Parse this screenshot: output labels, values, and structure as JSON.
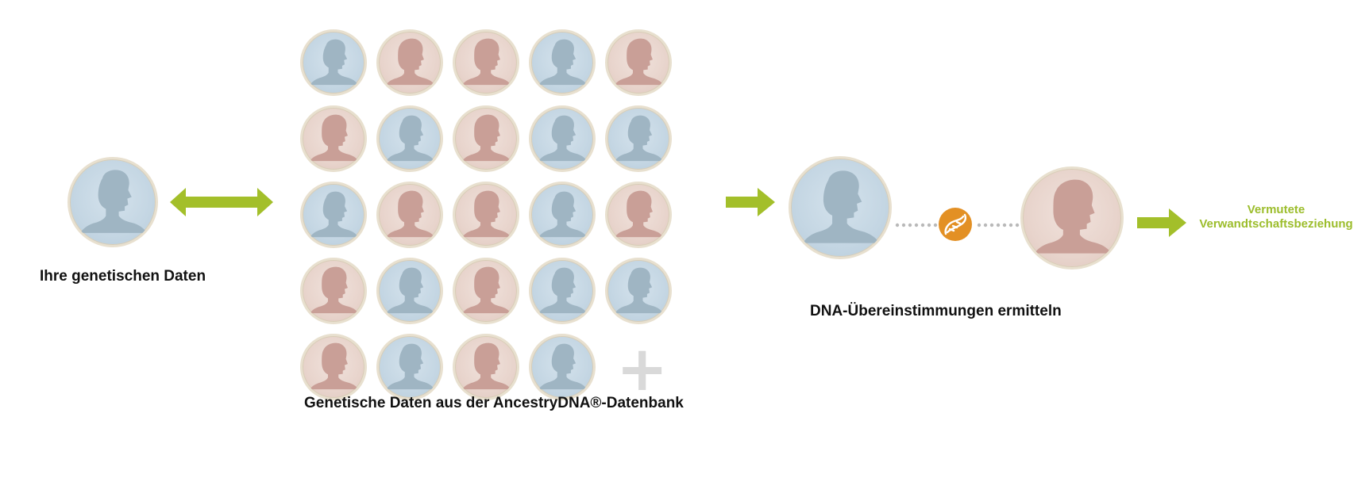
{
  "labels": {
    "your_data": "Ihre genetischen Daten",
    "database": "Genetische Daten aus der AncestryDNA®-Datenbank",
    "matches": "DNA-Übereinstimmungen ermitteln",
    "result_line1": "Vermutete",
    "result_line2": "Verwandtschaftsbeziehung",
    "more": "+"
  },
  "colors": {
    "arrow_green": "#a3bf2a",
    "result_text": "#9cbd2c",
    "dna_badge": "#e39024",
    "male_silhouette": "#9fb5c3",
    "female_silhouette": "#c99f97",
    "dots": "#b9b9b9"
  },
  "icons": {
    "male": "male-silhouette-icon",
    "female": "female-silhouette-icon",
    "dna": "dna-helix-icon",
    "plus": "plus-icon"
  },
  "database_grid": [
    [
      "male",
      "female",
      "female",
      "male",
      "female"
    ],
    [
      "female",
      "male",
      "female",
      "male",
      "male"
    ],
    [
      "male",
      "female",
      "female",
      "male",
      "female"
    ],
    [
      "female",
      "male",
      "female",
      "male",
      "male"
    ],
    [
      "female",
      "male",
      "female",
      "male",
      "plus"
    ]
  ]
}
